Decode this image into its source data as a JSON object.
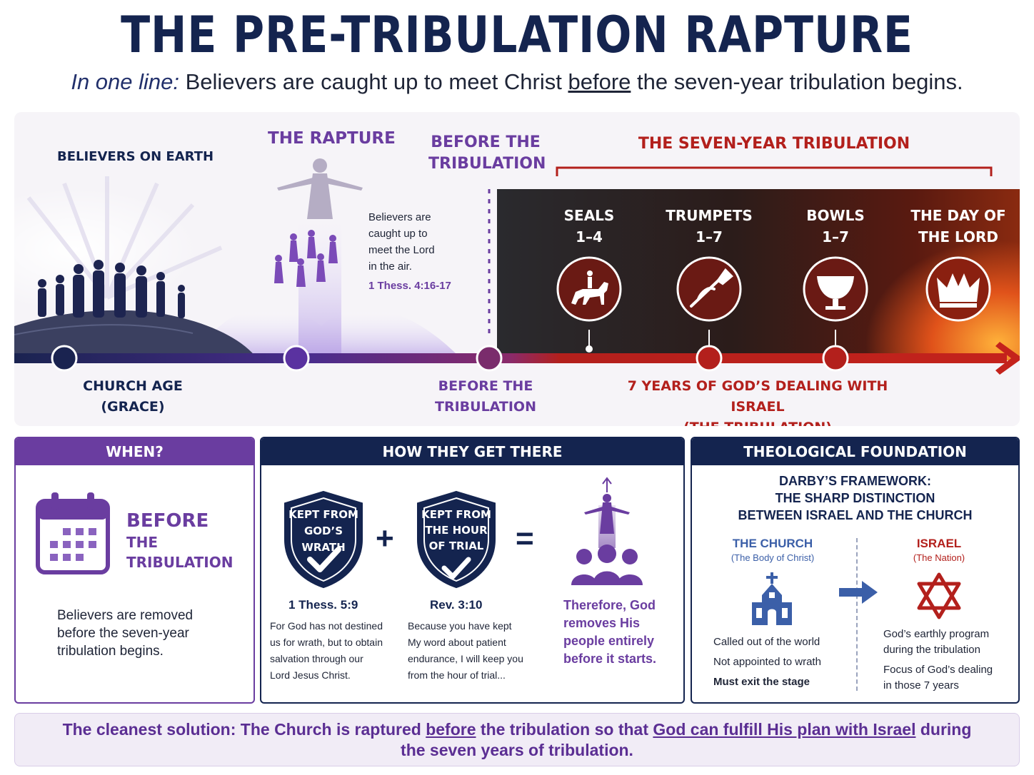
{
  "header": {
    "title": "THE PRE-TRIBULATION RAPTURE",
    "subtitle_lead": "In one line:",
    "subtitle_a": " Believers are caught up to meet Christ ",
    "subtitle_u": "before",
    "subtitle_b": " the seven-year tribulation begins."
  },
  "timeline": {
    "believers_label": "BELIEVERS ON EARTH",
    "rapture_label": "THE RAPTURE",
    "before_top_1": "BEFORE THE",
    "before_top_2": "TRIBULATION",
    "rapture_desc": [
      "Believers are",
      "caught up to",
      "meet the Lord",
      "in the air."
    ],
    "rapture_ref": "1 Thess. 4:16-17",
    "tribulation_label": "THE SEVEN-YEAR TRIBULATION",
    "stages": [
      {
        "line1": "SEALS",
        "line2": "1–4",
        "icon": "horse-rider-icon"
      },
      {
        "line1": "TRUMPETS",
        "line2": "1–7",
        "icon": "trumpet-icon"
      },
      {
        "line1": "BOWLS",
        "line2": "1–7",
        "icon": "bowl-icon"
      },
      {
        "line1": "THE DAY OF",
        "line2": "THE LORD",
        "icon": "crown-icon"
      }
    ],
    "church_age_1": "CHURCH AGE",
    "church_age_2": "(GRACE)",
    "before_bottom_1": "BEFORE THE",
    "before_bottom_2": "TRIBULATION",
    "israel_1": "7 YEARS OF GOD’S DEALING WITH ISRAEL",
    "israel_2": "(THE TRIBULATION)"
  },
  "when": {
    "head": "WHEN?",
    "big_1": "BEFORE",
    "big_2": "THE TRIBULATION",
    "text": [
      "Believers are removed",
      "before the seven-year",
      "tribulation begins."
    ]
  },
  "how": {
    "head": "HOW THEY GET THERE",
    "shield1": [
      "KEPT FROM",
      "GOD’S WRATH"
    ],
    "shield2": [
      "KEPT FROM",
      "THE HOUR",
      "OF TRIAL"
    ],
    "plus": "+",
    "equals": "=",
    "ref1": "1 Thess. 5:9",
    "text1": [
      "For God has not destined",
      "us for wrath, but to obtain",
      "salvation through our",
      "Lord Jesus Christ."
    ],
    "ref2": "Rev. 3:10",
    "text2": [
      "Because you have kept",
      "My word about patient",
      "endurance, I will keep you",
      "from the hour of trial..."
    ],
    "result": [
      "Therefore, God",
      "removes His",
      "people entirely",
      "before it starts."
    ]
  },
  "theo": {
    "head": "THEOLOGICAL FOUNDATION",
    "framework": [
      "DARBY’S FRAMEWORK:",
      "THE SHARP DISTINCTION",
      "BETWEEN ISRAEL AND THE CHURCH"
    ],
    "church_title": "THE CHURCH",
    "church_sub": "(The Body of Christ)",
    "church_points": [
      "Called out of the world",
      "Not appointed to wrath",
      "Must exit the stage"
    ],
    "israel_title": "ISRAEL",
    "israel_sub": "(The Nation)",
    "israel_points": [
      "God’s earthly program",
      "during the tribulation",
      "Focus of God’s dealing",
      "in those 7 years"
    ]
  },
  "footer": {
    "a": "The cleanest solution: The Church is raptured ",
    "u1": "before",
    "b": " the tribulation so that ",
    "u2": "God can fulfill His plan with Israel",
    "c": " during",
    "d": "the seven years of tribulation."
  },
  "colors": {
    "navy": "#14244f",
    "purple": "#6a3da0",
    "red": "#b3201c"
  }
}
